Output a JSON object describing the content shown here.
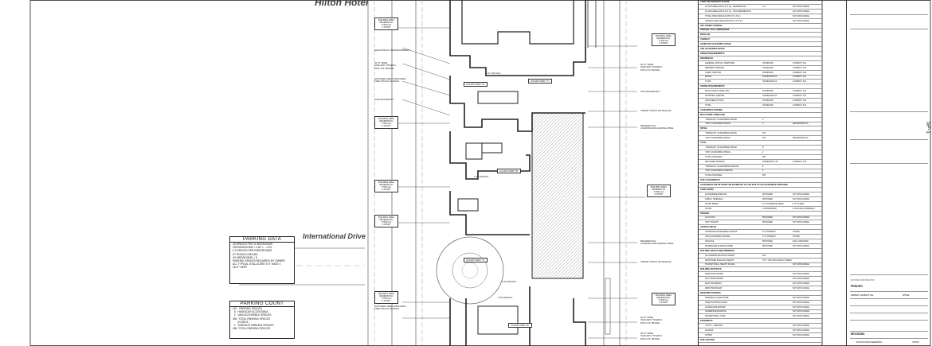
{
  "site_plan": {
    "header_label": "Hilton Hotel",
    "street_label": "International Drive",
    "parking_data": {
      "title": "PARKING DATA",
      "lines": [
        "18 SPACES PER 10 BEDROOMS",
        "225 BEDROOMS = 0.80 ×…=374",
        "",
        "2.0 SPACES PER 5 BEDROOMS",
        "ZT SHOULD BE ADD",
        "",
        "40* BEDROOMS = 8",
        "PARKING SPACES REQUIRED BY OWNER",
        "",
        "ALL TYPICAL STALLS ARE 9'-0\" WIDE x",
        "18'-0\" DEEP"
      ]
    },
    "parking_count": {
      "title": "PARKING COUNT",
      "lines": [
        "437   PARKING SPACES",
        "  8   HANDICAP ACCESSIBLE",
        "  2   VAN ACCESSIBLE SPACES",
        "455  TOTAL PARKING SPACES",
        "       IN DECK",
        "  1   SURFACE PARKING SPACES",
        "456  TOTAL PARKING SPACES"
      ]
    },
    "courtyards": [
      "COURTYARD \"D\"",
      "COURTYARD \"C\"",
      "COURTYARD \"B\"",
      "COURTYARD \"A\"",
      "COURTYARD \"E\""
    ],
    "left_notes": [
      "ELECTRICAL TRANSFORMERS",
      "20'-0\" WIDE\nONE-WAY TRAFFIC\nPATH OF TRAVEL",
      "HATCHED AREA INDICATES\nFIRE TRUCK ACCESS",
      "SITE BOUNDARY",
      "HATCHED AREA INDICATES\nFIRE TRUCK ACCESS"
    ],
    "right_notes": [
      "20'-0\" WIDE\nONE-WAY TRAFFIC\nPATH OF TRAVEL",
      "SITE BOUNDARY",
      "TRASH TRUCK ENTRANCE",
      "RESIDENTIAL\nLOADING/UNLOADING ZONE",
      "RESIDENTIAL\nLOADING/UNLOADING ZONE",
      "TRASH TRUCK ENTRANCE",
      "20'-0\" WIDE\nONE-WAY TRAFFIC\nPATH OF TRAVEL",
      "20'-0\" WIDE\nONE-WAY TRAFFIC\nPATH OF TRAVEL"
    ],
    "callout_text": "BUILDING AREA\nRESIDENTIAL\nTYPE III-A\n5-STORY"
  },
  "schedule": {
    "rows": [
      [
        "LAND USE INTENSITY RATIOS",
        "",
        ""
      ],
      [
        "FLOOR AREA RATIO (F.A.R.) - RESIDENTIAL",
        "4.9",
        "NOT APPLICABLE"
      ],
      [
        "FLOOR AREA RATIO (F.A.R.) - NON-RESIDENTIAL",
        "",
        "NOT APPLICABLE"
      ],
      [
        "TOTAL OPEN SPACE RATIO (T.O.S.R.)",
        "",
        "NOT APPLICABLE"
      ],
      [
        "USABLE OPEN SPACE RATIO (U.O.S.R.)",
        "",
        "NOT APPLICABLE"
      ],
      [
        "OFF-STREET PARKING",
        "",
        ""
      ],
      [
        "PARKING STALL DIMENSIONS",
        "",
        ""
      ],
      [
        "REGULAR",
        "",
        ""
      ],
      [
        "COMPACT",
        "",
        ""
      ],
      [
        "HANDICAP ACCESSIBLE SPACE",
        "",
        ""
      ],
      [
        "VAN ACCESSIBLE SPACE",
        "",
        ""
      ],
      [
        "OWNER REQUIREMENTS",
        "",
        ""
      ],
      [
        "RESIDENTIAL",
        "",
        ""
      ],
      [
        "GENERAL OFFICE / AMENITIES",
        "STANDARD",
        "COMPACT N/A"
      ],
      [
        "RESIDENT PARKING",
        "STANDARD",
        "COMPACT N/A"
      ],
      [
        "GUEST PARKING",
        "STANDARD",
        "COMPACT N/A"
      ],
      [
        "RETAIL",
        "STANDARD N/A",
        "COMPACT N/A"
      ],
      [
        "TOTAL",
        "STANDARD N/A",
        "COMPACT N/A"
      ],
      [
        "ZONING REQUIREMENTS",
        "",
        ""
      ],
      [
        "MULTI-FAMILY DWELLING",
        "STANDARD",
        "COMPACT N/A"
      ],
      [
        "SHOPPING CENTER",
        "STANDARD N/A",
        "COMPACT N/A"
      ],
      [
        "LESS REDUCTIONS",
        "STANDARD",
        "COMPACT N/A"
      ],
      [
        "TOTAL",
        "STANDARD",
        "COMPACT N/A"
      ],
      [
        "ACCESSIBLE PARKING",
        "",
        ""
      ],
      [
        "MULTI-FAMILY DWELLING",
        "",
        ""
      ],
      [
        "\"HANDICAP\" ACCESSIBLE SPACE",
        "2",
        ""
      ],
      [
        "\"VAN\" ACCESSIBLE SPACE",
        "2",
        "HEADROOM N/A"
      ],
      [
        "RETAIL",
        "",
        ""
      ],
      [
        "\"HANDICAP\" ACCESSIBLE SPACE",
        "N/A",
        ""
      ],
      [
        "\"VAN\" ACCESSIBLE SPACE",
        "N/A",
        "HEADROOM N/A"
      ],
      [
        "TOTAL",
        "",
        ""
      ],
      [
        "\"HANDICAP\" ACCESSIBLE SPACE",
        "8",
        ""
      ],
      [
        "\"VAN\" ACCESSIBLE SPACE",
        "2",
        ""
      ],
      [
        "TOTAL PROVIDED",
        "456",
        ""
      ],
      [
        "PROVIDED PARKING",
        "STANDARD 4.48",
        "COMPACT N/A"
      ],
      [
        "\"HANDICAP\" ACCESSIBLE PARKING",
        "8",
        ""
      ],
      [
        "\"VAN\" ACCESSIBLE PARKING",
        "2",
        ""
      ],
      [
        "TOTAL PROVIDED",
        "456",
        ""
      ],
      [
        "SITE ACCESSIBILITY",
        "",
        ""
      ],
      [
        "ACCESSIBLE ROUTE FROM THE BOUNDARY OF THE SITE TO AN ACCESSIBLE ENTRANCE",
        "",
        ""
      ],
      [
        "CURB RAMPS",
        "",
        ""
      ],
      [
        "ACCESSIBLE PARKING",
        "PROVIDED",
        "NOT APPLICABLE"
      ],
      [
        "PUBLIC SIDEWALK",
        "PROVIDED",
        "NOT APPLICABLE"
      ],
      [
        "FINISH MEDIA",
        "1/4\" IN PARKING AREA",
        "5'-0\" CLEAR"
      ],
      [
        "SLOPE",
        "1:48 MAXIMUM",
        "1:20 ALONG SIDEWALK"
      ],
      [
        "PARKING",
        "",
        ""
      ],
      [
        "LOCATION",
        "PROVIDED",
        "NOT APPLICABLE"
      ],
      [
        "UNIT TOILETS",
        "PROVIDED",
        "NOT APPLICABLE"
      ],
      [
        "ACCESS AISLES",
        "",
        ""
      ],
      [
        "STANDARD ACCESSIBLE SPACES",
        "5'-0\" PRIMARY",
        "OTHER"
      ],
      [
        "VAN ACCESSIBLE SPACES",
        "8'-0\" PRIMARY",
        "OTHER"
      ],
      [
        "SIGNAGE",
        "PROVIDED",
        "WALL MOUNTED"
      ],
      [
        "PASSENGER LOADING ZONE",
        "PROVIDED",
        "NOT APPLICABLE"
      ],
      [
        "BUILDING HEIGHT REQUIREMENTS",
        "",
        ""
      ],
      [
        "ALLOWABLE BUILDING HEIGHT",
        "N/A",
        ""
      ],
      [
        "PROPOSED BUILDING HEIGHT",
        "75'-0\" NOT INCLUDING TOWER",
        ""
      ],
      [
        "TRANSITIONAL HEIGHT PLANE",
        "",
        "NOT APPLICABLE"
      ],
      [
        "BUILDING SETBACKS",
        "",
        ""
      ],
      [
        "NORTH BOUNDARY",
        "",
        "NOT APPLICABLE"
      ],
      [
        "SOUTH BOUNDARY",
        "",
        "NOT APPLICABLE"
      ],
      [
        "EAST BOUNDARY",
        "",
        "NOT APPLICABLE"
      ],
      [
        "WEST BOUNDARY",
        "",
        "NOT APPLICABLE"
      ],
      [
        "REQUIRED BUFFERS",
        "",
        ""
      ],
      [
        "SIDEWALK CLEAR ZONE",
        "",
        "NOT APPLICABLE"
      ],
      [
        "TREE PLANTING ZONE",
        "",
        "NOT APPLICABLE"
      ],
      [
        "LANDSCAPE BUFFER",
        "",
        "NOT APPLICABLE"
      ],
      [
        "SCREENING/FENCING",
        "",
        "NOT APPLICABLE"
      ],
      [
        "TRANSITIONAL YARD",
        "",
        "NOT APPLICABLE"
      ],
      [
        "EASEMENTS",
        "",
        ""
      ],
      [
        "UTILITY / SERVICE",
        "",
        "NOT APPLICABLE"
      ],
      [
        "ACCESS",
        "",
        "NOT APPLICABLE"
      ],
      [
        "OTHER",
        "",
        "NOT APPLICABLE"
      ],
      [
        "SITE LIGHTING",
        "",
        ""
      ]
    ]
  },
  "title_block": {
    "stamp_label": "NOT FOR CONSTRUCTION",
    "status": "PRINTED",
    "permit_label": "PERMIT SUBMITTAL",
    "permit_date": "5/5/09",
    "revisions_label": "REVISIONS",
    "consultant": "WALSH ENGINEERING",
    "consultant_date": "7/5/09",
    "sheet_number": "SP-1"
  }
}
